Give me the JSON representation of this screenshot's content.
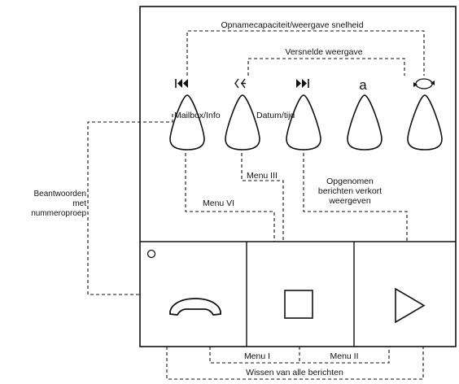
{
  "top_labels": {
    "recording_capacity": "Opnamecapaciteit/weergave snelheid",
    "fast_playback": "Versnelde weergave"
  },
  "mid_labels": {
    "mailbox_info": "Mailbox/Info",
    "date_time": "Datum/tijd",
    "menu_iii": "Menu III",
    "menu_vi": "Menu VI"
  },
  "recorded_messages": [
    "Opgenomen",
    "berichten verkort",
    "weergeven"
  ],
  "answer_with_callback": [
    "Beantwoorden",
    "met",
    "nummeroproep"
  ],
  "bottom_labels": {
    "menu_i": "Menu I",
    "menu_ii": "Menu II",
    "delete_all": "Wissen van alle berichten"
  },
  "icons": {
    "button1": "previous-track-icon",
    "button2": "cut-tape-icon",
    "button3": "next-track-icon",
    "button4": "letter-a-icon",
    "button5": "repeat-icon",
    "key_left": "handset-icon",
    "key_mid": "stop-square-icon",
    "key_right": "play-triangle-icon",
    "indicator": "led-indicator-icon"
  }
}
